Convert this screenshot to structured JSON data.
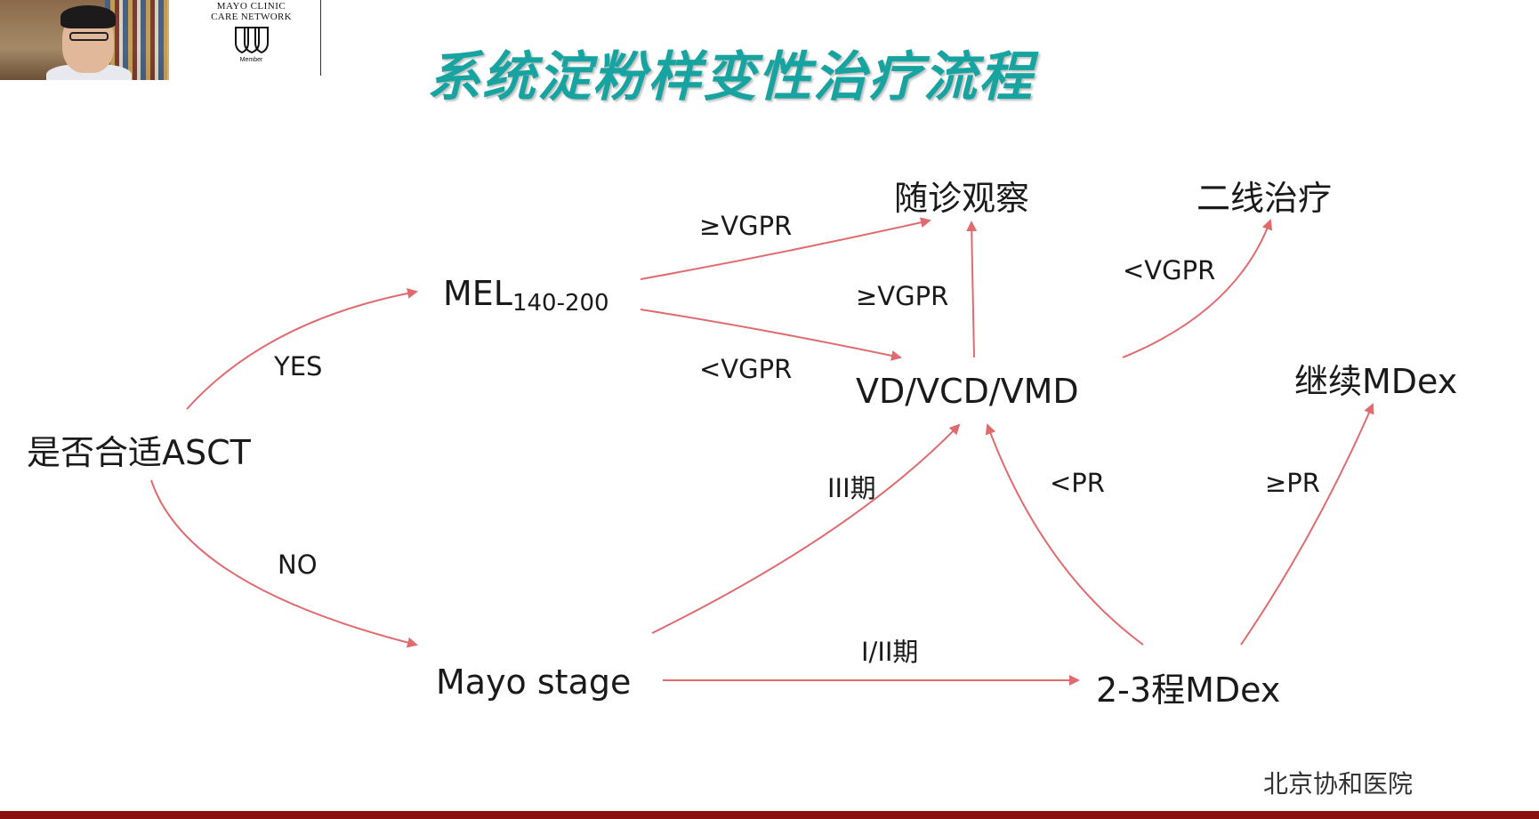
{
  "header": {
    "logo_line1": "MAYO CLINIC",
    "logo_line2": "CARE NETWORK",
    "logo_member": "Member",
    "title": "系统淀粉样变性治疗流程"
  },
  "nodes": {
    "asct_question": "是否合适ASCT",
    "mel_main": "MEL",
    "mel_sub": "140-200",
    "mayo_stage": "Mayo stage",
    "vd_vcd_vmd": "VD/VCD/VMD",
    "follow_up": "随诊观察",
    "second_line": "二线治疗",
    "continue_mdex": "继续MDex",
    "mdex_cycles": "2-3程MDex"
  },
  "edge_labels": {
    "yes": "YES",
    "no": "NO",
    "mel_to_followup": "≥VGPR",
    "mel_to_vd": "<VGPR",
    "vd_to_followup": "≥VGPR",
    "vd_to_second_line": "<VGPR",
    "mayo_stage_iii": "III期",
    "mayo_stage_i_ii": "I/II期",
    "mdex_lt_pr": "<PR",
    "mdex_ge_pr": "≥PR"
  },
  "footer": {
    "hospital": "北京协和医院"
  },
  "colors": {
    "title": "#17a3a0",
    "arrow": "#e06b6f",
    "text": "#1a1a1a"
  }
}
